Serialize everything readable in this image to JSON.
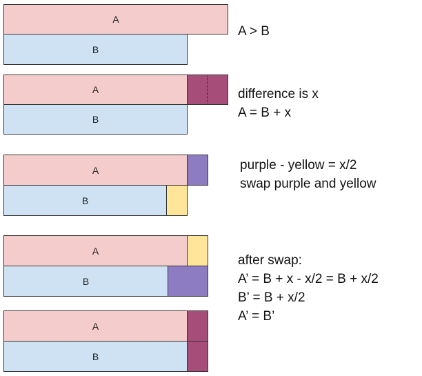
{
  "bars": {
    "a": "A",
    "b": "B"
  },
  "captions": {
    "row1": "A > B",
    "row2_line1": "difference is x",
    "row2_line2": "A = B + x",
    "row3_line1": "purple - yellow = x/2",
    "row3_line2": "swap purple and yellow",
    "row4_line1": "after swap:",
    "row4_line2": "A’ = B + x - x/2 = B + x/2",
    "row4_line3": "B’ = B + x/2",
    "row4_line4": "A’ = B’"
  },
  "colors": {
    "a_bar": "#f4cccc",
    "b_bar": "#cfe2f3",
    "difference": "#a64d79",
    "purple": "#8e7cc3",
    "yellow": "#ffe599"
  }
}
